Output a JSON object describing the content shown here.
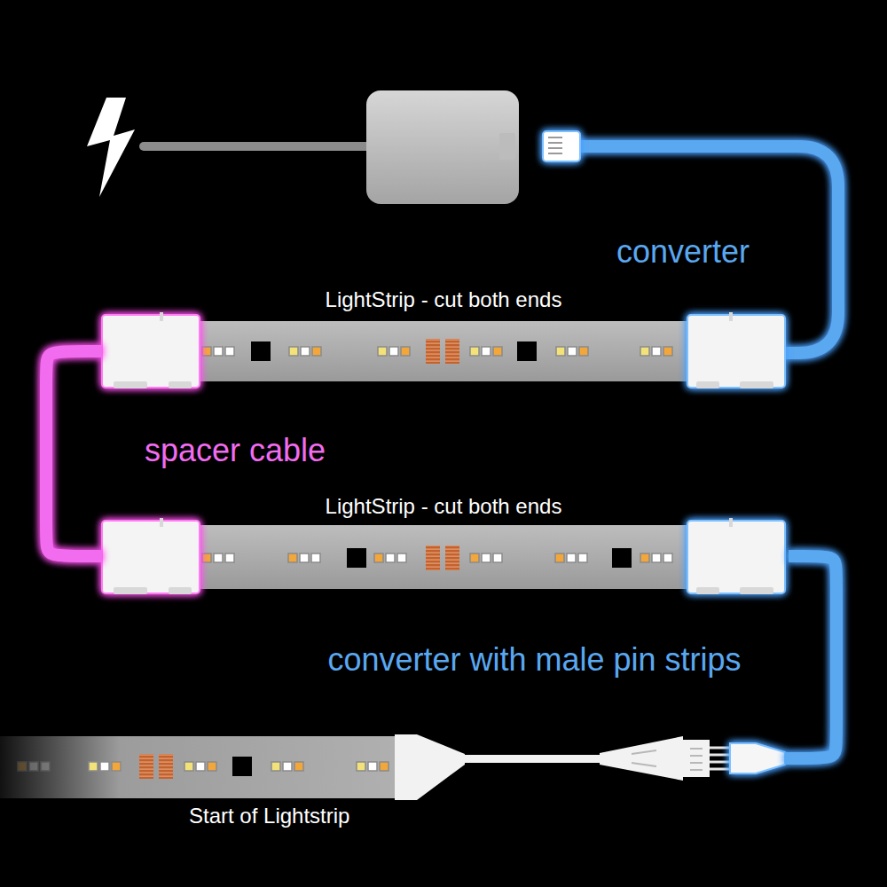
{
  "diagram": {
    "nodes": [
      {
        "text": [
          "LightStrip - cut both ends"
        ]
      },
      {
        "text": [
          "LightStrip - cut both ends"
        ]
      },
      {
        "text": [
          "Start of Lightstrip"
        ]
      }
    ],
    "edges": [
      {
        "from": 0,
        "to": 1,
        "arrow": "none",
        "label": "spacer cable"
      },
      {
        "from": 1,
        "to": 2,
        "arrow": "none",
        "label": "converter with male pin strips"
      }
    ],
    "labels": [
      "converter"
    ]
  }
}
